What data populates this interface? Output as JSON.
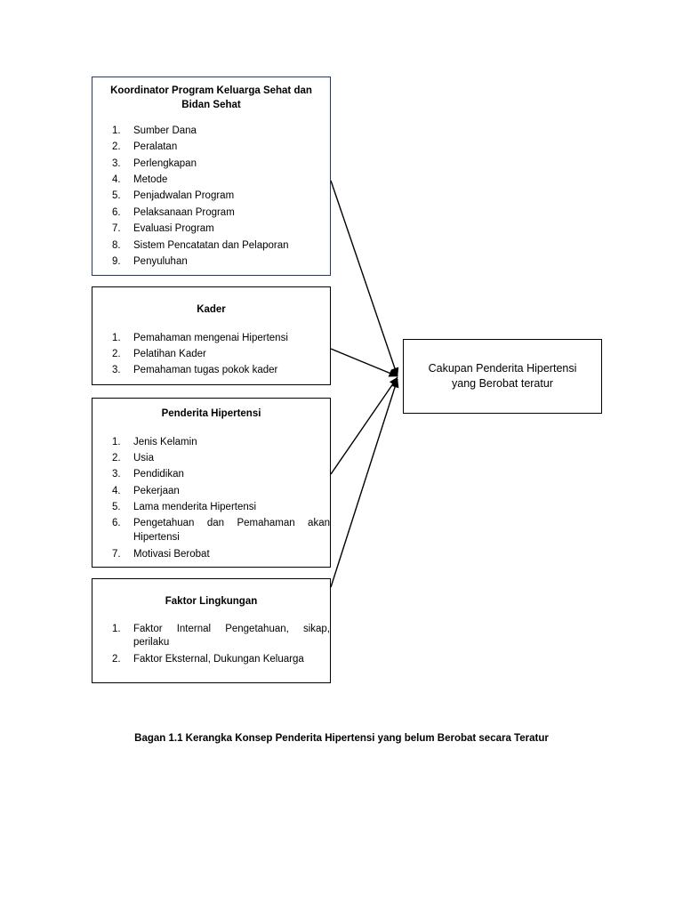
{
  "diagram": {
    "boxes": [
      {
        "id": "koordinator",
        "title": "Koordinator Program Keluarga Sehat dan Bidan Sehat",
        "items": [
          "Sumber Dana",
          "Peralatan",
          "Perlengkapan",
          "Metode",
          "Penjadwalan Program",
          "Pelaksanaan Program",
          "Evaluasi Program",
          "Sistem Pencatatan dan Pelaporan",
          "Penyuluhan"
        ]
      },
      {
        "id": "kader",
        "title": "Kader",
        "items": [
          "Pemahaman mengenai Hipertensi",
          "Pelatihan Kader",
          "Pemahaman tugas pokok kader"
        ]
      },
      {
        "id": "penderita",
        "title": "Penderita Hipertensi",
        "items": [
          "Jenis Kelamin",
          "Usia",
          "Pendidikan",
          "Pekerjaan",
          "Lama menderita Hipertensi",
          "Pengetahuan dan Pemahaman akan Hipertensi",
          "Motivasi Berobat"
        ]
      },
      {
        "id": "lingkungan",
        "title": "Faktor Lingkungan",
        "items": [
          "Faktor Internal Pengetahuan, sikap, perilaku",
          "Faktor Eksternal, Dukungan Keluarga"
        ]
      }
    ],
    "outcome": {
      "line1": "Cakupan Penderita Hipertensi",
      "line2": "yang Berobat teratur"
    },
    "caption": "Bagan 1.1 Kerangka Konsep Penderita Hipertensi yang belum Berobat secara Teratur",
    "numbering": [
      "1.",
      "2.",
      "3.",
      "4.",
      "5.",
      "6.",
      "7.",
      "8.",
      "9."
    ],
    "colors": {
      "box_border_primary": "#23376b",
      "box_border": "#000000",
      "arrow": "#000000",
      "background": "#ffffff"
    }
  }
}
